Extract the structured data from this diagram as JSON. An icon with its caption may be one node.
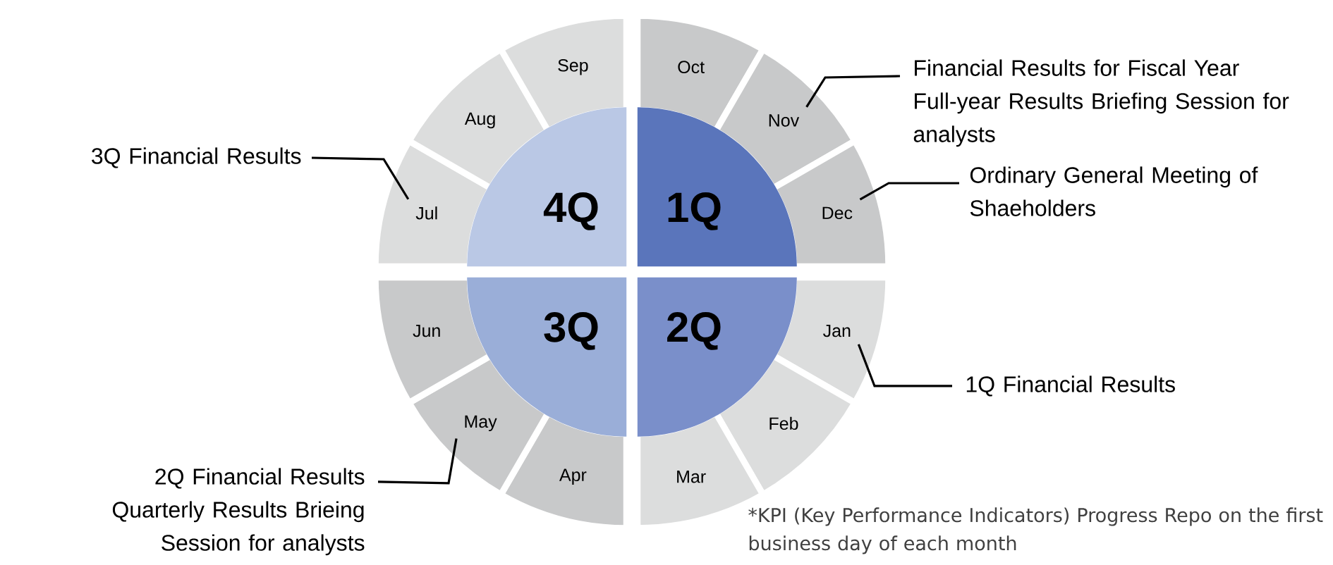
{
  "diagram": {
    "nodes": [
      {
        "text": [
          "4Q"
        ]
      },
      {
        "text": [
          "1Q"
        ]
      },
      {
        "text": [
          "3Q"
        ]
      },
      {
        "text": [
          "2Q"
        ]
      },
      {
        "text": [
          "Oct"
        ]
      },
      {
        "text": [
          "Nov"
        ]
      },
      {
        "text": [
          "Dec"
        ]
      },
      {
        "text": [
          "Jan"
        ]
      },
      {
        "text": [
          "Feb"
        ]
      },
      {
        "text": [
          "Mar"
        ]
      },
      {
        "text": [
          "Apr"
        ]
      },
      {
        "text": [
          "May"
        ]
      },
      {
        "text": [
          "Jun"
        ]
      },
      {
        "text": [
          "Jul"
        ]
      },
      {
        "text": [
          "Aug"
        ]
      },
      {
        "text": [
          "Sep"
        ]
      },
      {
        "text": [
          "Financial Results for Fiscal Year",
          "Full-year Results Briefing Session for analysts"
        ]
      },
      {
        "text": [
          "3Q Financial Results"
        ]
      },
      {
        "text": [
          "Ordinary General Meeting of Shaeholders"
        ]
      },
      {
        "text": [
          "1Q Financial Results"
        ]
      },
      {
        "text": [
          "2Q Financial Results",
          "Quarterly Results Brieing Session for analysts"
        ]
      }
    ],
    "edges": [
      {
        "from": 16,
        "to": 5,
        "arrow": "none"
      },
      {
        "from": 17,
        "to": 13,
        "arrow": "none"
      },
      {
        "from": 18,
        "to": 6,
        "arrow": "none"
      },
      {
        "from": 19,
        "to": 7,
        "arrow": "none"
      },
      {
        "from": 20,
        "to": 11,
        "arrow": "none"
      }
    ],
    "labels": [
      "*KPI (Key Performance Indicators) Progress Repo on the first business day of each month"
    ]
  }
}
